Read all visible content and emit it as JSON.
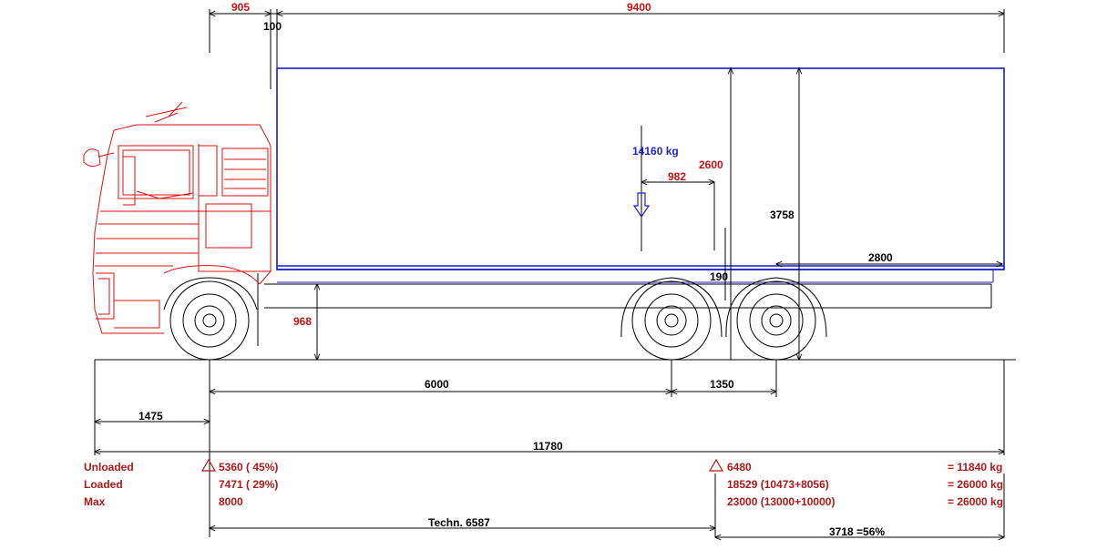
{
  "colors": {
    "cab": "#dd1111",
    "body_outline": "#1a1ad0",
    "dimension_red": "#cc1111",
    "dimension_black": "#000000",
    "load_marker": "#2222cc"
  },
  "dimensions": {
    "front_overhang_to_body": "905",
    "body_length": "9400",
    "gap": "100",
    "body_height": "2600",
    "total_height": "3758",
    "load_cg_offset": "982",
    "payload": "14160 kg",
    "frame_offset": "190",
    "rear_overhang": "2800",
    "frame_height": "968",
    "wheelbase": "6000",
    "rear_axle_spacing": "1350",
    "front_overhang": "1475",
    "overall_length": "11780"
  },
  "axle_loads": {
    "rows": [
      {
        "label": "Unloaded",
        "front": "5360 ( 45%)",
        "rear": "6480",
        "total": "= 11840 kg"
      },
      {
        "label": "Loaded",
        "front": "7471 ( 29%)",
        "rear": "18529 (10473+8056)",
        "total": "= 26000 kg"
      },
      {
        "label": "Max",
        "front": "8000",
        "rear": "23000 (13000+10000)",
        "total": "= 26000 kg"
      }
    ],
    "technical_wheelbase": "Techn. 6587",
    "rear_overhang_ratio": "3718 =56%"
  }
}
